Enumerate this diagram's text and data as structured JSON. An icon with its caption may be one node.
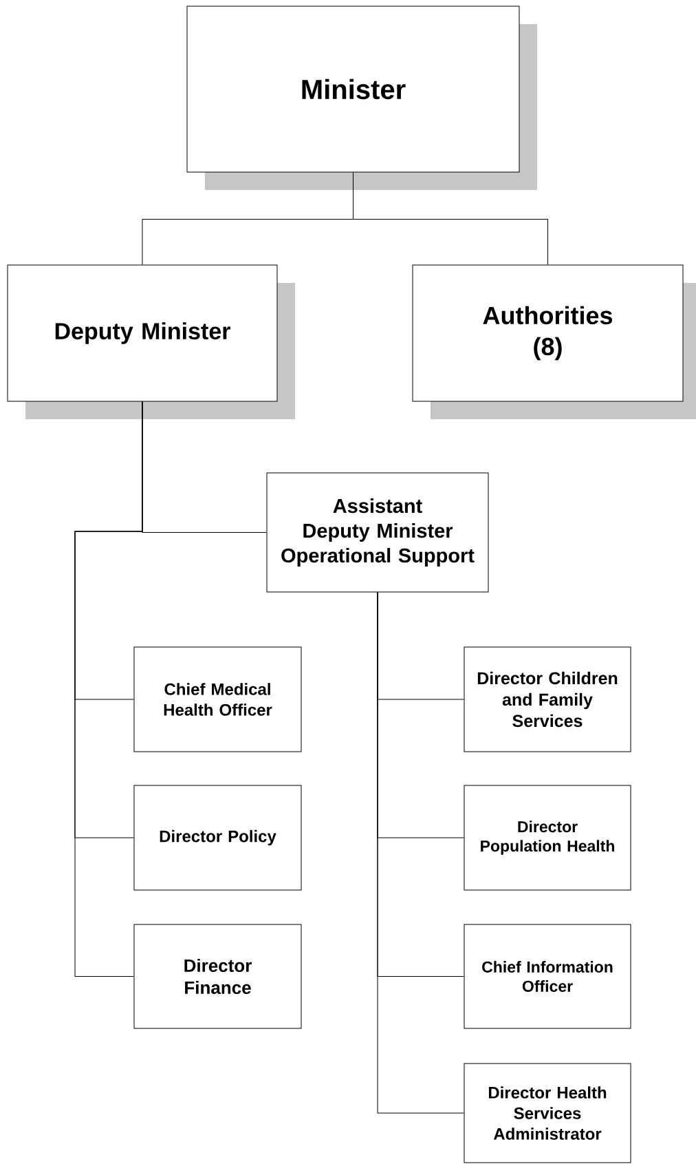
{
  "diagram": {
    "nodes": [
      {
        "text": [
          "Minister"
        ]
      },
      {
        "text": [
          "Deputy Minister"
        ]
      },
      {
        "text": [
          "Authorities (8)"
        ]
      },
      {
        "text": [
          "Assistant Deputy Minister Operational Support"
        ]
      },
      {
        "text": [
          "Chief Medical Health Officer"
        ]
      },
      {
        "text": [
          "Director Policy"
        ]
      },
      {
        "text": [
          "Director Finance"
        ]
      },
      {
        "text": [
          "Director Children and Family Services"
        ]
      },
      {
        "text": [
          "Director Population Health"
        ]
      },
      {
        "text": [
          "Chief Information Officer"
        ]
      },
      {
        "text": [
          "Director Health Services Administrator"
        ]
      }
    ],
    "edges": [
      {
        "from": 0,
        "to": 1,
        "arrow": "none"
      },
      {
        "from": 0,
        "to": 2,
        "arrow": "none"
      },
      {
        "from": 1,
        "to": 3,
        "arrow": "none"
      },
      {
        "from": 1,
        "to": 4,
        "arrow": "none"
      },
      {
        "from": 1,
        "to": 5,
        "arrow": "none"
      },
      {
        "from": 1,
        "to": 6,
        "arrow": "none"
      },
      {
        "from": 3,
        "to": 7,
        "arrow": "none"
      },
      {
        "from": 3,
        "to": 8,
        "arrow": "none"
      },
      {
        "from": 3,
        "to": 9,
        "arrow": "none"
      },
      {
        "from": 3,
        "to": 10,
        "arrow": "none"
      }
    ]
  }
}
